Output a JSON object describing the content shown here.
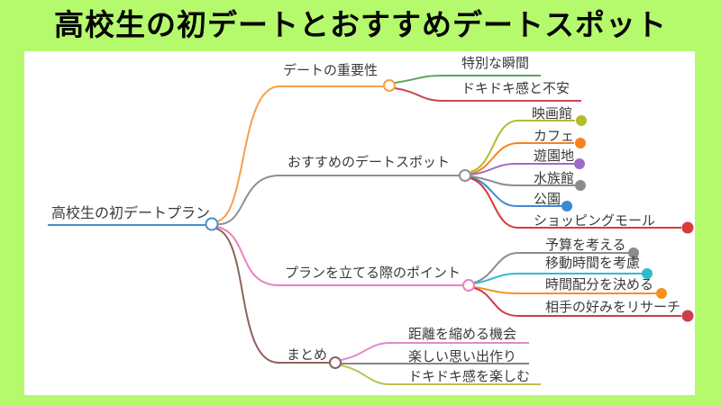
{
  "title": "高校生の初デートとおすすめデートスポット",
  "colors": {
    "background": "#b5f96d",
    "panel": "#ffffff",
    "title_text": "#050505",
    "label_text": "#3a3a3a"
  },
  "mindmap": {
    "root": {
      "label": "高校生の初デートプラン",
      "color": "#4a90c8"
    },
    "branches": [
      {
        "label": "デートの重要性",
        "color": "#f5a04c",
        "children": [
          {
            "label": "特別な瞬間",
            "color": "#57a75a",
            "dot": false
          },
          {
            "label": "ドキドキ感と不安",
            "color": "#c9474e",
            "dot": false
          }
        ]
      },
      {
        "label": "おすすめのデートスポット",
        "color": "#909090",
        "children": [
          {
            "label": "映画館",
            "color": "#b4bc2e",
            "dot": true
          },
          {
            "label": "カフェ",
            "color": "#f5831f",
            "dot": true
          },
          {
            "label": "遊園地",
            "color": "#9d6cc6",
            "dot": true
          },
          {
            "label": "水族館",
            "color": "#8b8b8b",
            "dot": true
          },
          {
            "label": "公園",
            "color": "#3c89d0",
            "dot": true
          },
          {
            "label": "ショッピングモール",
            "color": "#d93a3a",
            "dot": true
          }
        ]
      },
      {
        "label": "プランを立てる際のポイント",
        "color": "#ef7ec1",
        "children": [
          {
            "label": "予算を考える",
            "color": "#8b8b8b",
            "dot": true
          },
          {
            "label": "移動時間を考慮",
            "color": "#2fbcd0",
            "dot": true
          },
          {
            "label": "時間配分を決める",
            "color": "#f6901f",
            "dot": true
          },
          {
            "label": "相手の好みをリサーチ",
            "color": "#cb3e47",
            "dot": true
          }
        ]
      },
      {
        "label": "まとめ",
        "color": "#8e625c",
        "children": [
          {
            "label": "距離を縮める機会",
            "color": "#de8ad2",
            "dot": false
          },
          {
            "label": "楽しい思い出作り",
            "color": "#858585",
            "dot": false
          },
          {
            "label": "ドキドキ感を楽しむ",
            "color": "#bcc24d",
            "dot": false
          }
        ]
      }
    ]
  }
}
